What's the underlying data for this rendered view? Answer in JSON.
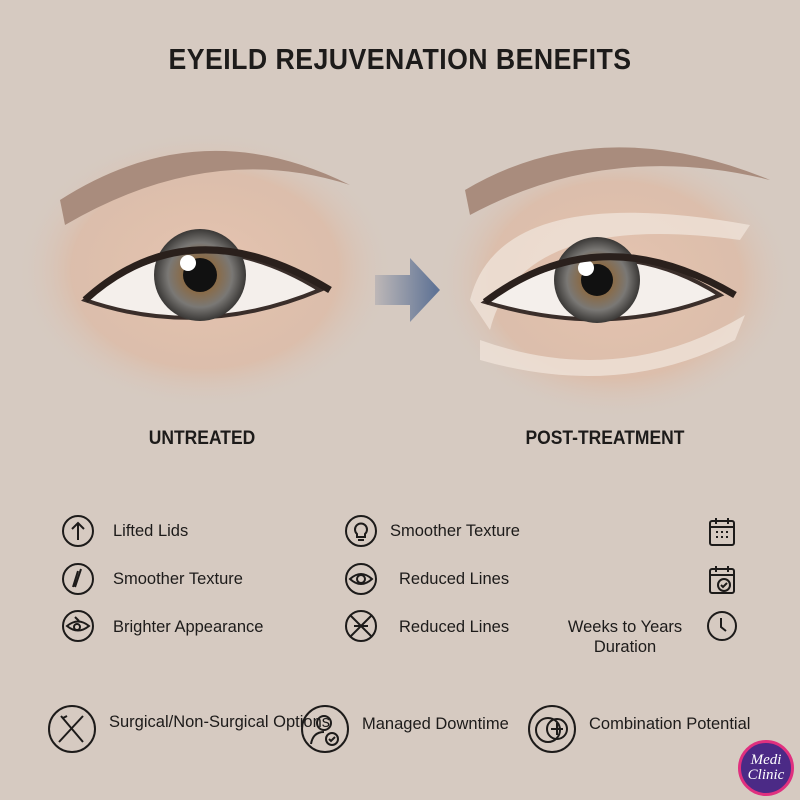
{
  "title": "EYEILD REJUVENATION BENEFITS",
  "before_label": "UNTREATED",
  "after_label": "POST-TREATMENT",
  "features": [
    {
      "icon": "arrow-up-circle-icon",
      "text": "Lifted Lids"
    },
    {
      "icon": "lightbulb-icon",
      "text": "Smoother Texture"
    },
    {
      "icon": "calendar-icon",
      "text": ""
    },
    {
      "icon": "pen-circle-icon",
      "text": "Smoother Texture"
    },
    {
      "icon": "eye-circle-icon",
      "text": "Reduced Lines"
    },
    {
      "icon": "calendar-check-icon",
      "text": ""
    },
    {
      "icon": "eye-sparkle-icon",
      "text": "Brighter Appearance"
    },
    {
      "icon": "crossed-lines-icon",
      "text": "Reduced Lines"
    },
    {
      "icon": "clock-icon",
      "text": "Weeks to Years Duration"
    }
  ],
  "bottom": [
    {
      "icon": "crossed-tools-icon",
      "text": "Surgical/Non-Surgical Options"
    },
    {
      "icon": "person-check-icon",
      "text": "Managed Downtime"
    },
    {
      "icon": "overlap-plus-icon",
      "text": "Combination Potential"
    }
  ],
  "logo": {
    "line1": "Medi",
    "line2": "Clinic"
  },
  "colors": {
    "background": "#d6cac1",
    "brow": "#a98c7d",
    "iris": "#6d6a66",
    "arrow": "#5a6f93",
    "logo": "#4b2a86"
  }
}
